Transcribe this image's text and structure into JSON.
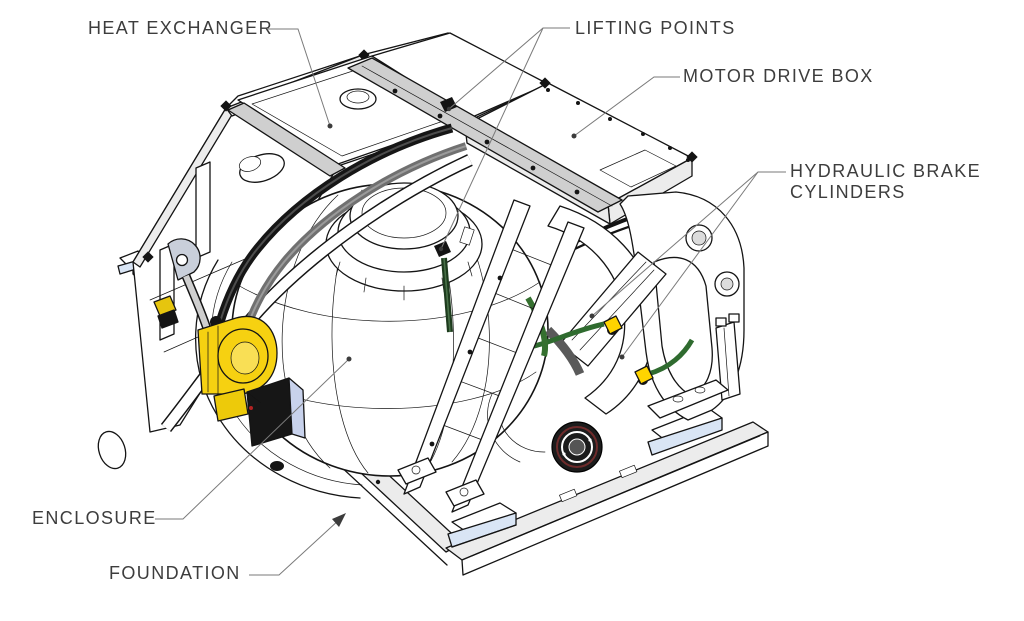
{
  "figure": {
    "type": "isometric-technical-diagram",
    "description": "CAD line drawing of a skid-mounted machine assembly with part callouts",
    "background": "#ffffff",
    "callouts": {
      "heat_exchanger": {
        "label": "HEAT EXCHANGER"
      },
      "lifting_points": {
        "label": "LIFTING POINTS"
      },
      "motor_drive_box": {
        "label": "MOTOR DRIVE BOX"
      },
      "hydraulic_brake_cylinders": {
        "label": "HYDRAULIC BRAKE CYLINDERS"
      },
      "enclosure": {
        "label": "ENCLOSURE"
      },
      "foundation": {
        "label": "FOUNDATION"
      }
    },
    "colors": {
      "line": "#141414",
      "label_text": "#3d3d3d",
      "leader": "#7a7a7a",
      "pump_yellow": "#f6d111",
      "fitting_yellow": "#ffd400",
      "hose_green": "#2f6b2f",
      "post_green": "#1d3b1d",
      "foot_pad_blue": "#d9e5f5",
      "beam_gray": "#cfcfcf",
      "junction_box_black": "#191919",
      "junction_box_side": "#c8d2ec"
    }
  }
}
